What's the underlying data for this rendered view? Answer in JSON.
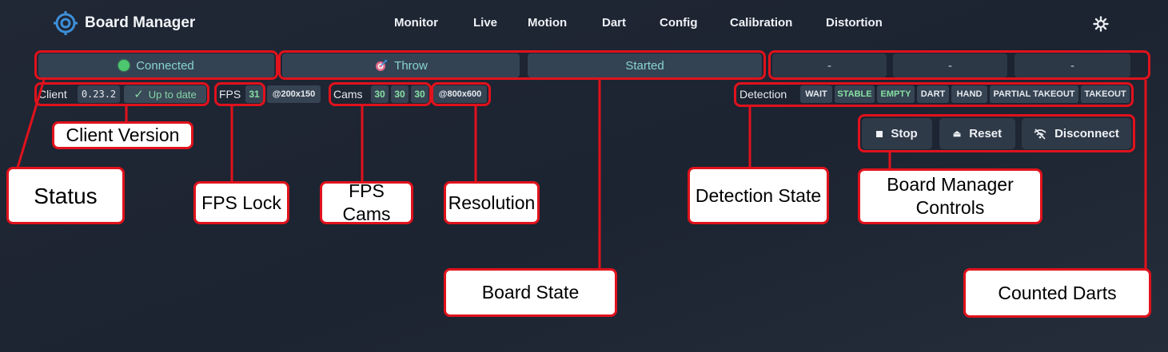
{
  "header": {
    "title": "Board Manager",
    "nav": [
      "Monitor",
      "Live",
      "Motion",
      "Dart",
      "Config",
      "Calibration",
      "Distortion"
    ]
  },
  "status_bar": {
    "connection": "Connected",
    "throw": "Throw",
    "state": "Started",
    "darts": [
      "-",
      "-",
      "-"
    ]
  },
  "client": {
    "label": "Client",
    "version": "0.23.2",
    "update": "Up to date"
  },
  "fps": {
    "label": "FPS",
    "lock": "31",
    "resolution": "@200x150"
  },
  "cams": {
    "label": "Cams",
    "values": [
      "30",
      "30",
      "30"
    ],
    "resolution": "@800x600"
  },
  "detection": {
    "label": "Detection",
    "states": [
      "WAIT",
      "STABLE",
      "EMPTY",
      "DART",
      "HAND",
      "PARTIAL TAKEOUT",
      "TAKEOUT"
    ]
  },
  "controls": {
    "stop": "Stop",
    "reset": "Reset",
    "disconnect": "Disconnect"
  },
  "annotations": {
    "status": "Status",
    "client_version": "Client Version",
    "fps_lock": "FPS Lock",
    "fps_cams": "FPS Cams",
    "resolution": "Resolution",
    "board_state": "Board State",
    "detection_state": "Detection State",
    "controls_line1": "Board Manager",
    "controls_line2": "Controls",
    "counted_darts": "Counted Darts"
  },
  "colors": {
    "accent_blue": "#3d8fd9",
    "connected_green": "#4cc76d",
    "highlight_red": "#e0121c",
    "pill_teal": "#88d4cf"
  }
}
